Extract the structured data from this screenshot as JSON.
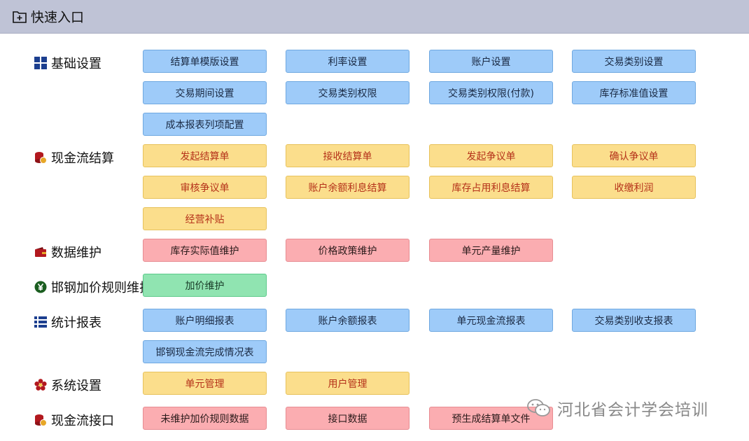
{
  "title": "快速入口",
  "sections": {
    "basic": {
      "label": "基础设置",
      "buttons": [
        "结算单模版设置",
        "利率设置",
        "账户设置",
        "交易类别设置",
        "交易期间设置",
        "交易类别权限",
        "交易类别权限(付款)",
        "库存标准值设置",
        "成本报表列项配置"
      ]
    },
    "cashflow": {
      "label": "现金流结算",
      "buttons": [
        "发起结算单",
        "接收结算单",
        "发起争议单",
        "确认争议单",
        "审核争议单",
        "账户余额利息结算",
        "库存占用利息结算",
        "收缴利润",
        "经营补贴"
      ]
    },
    "maintenance": {
      "label": "数据维护",
      "buttons": [
        "库存实际值维护",
        "价格政策维护",
        "单元产量维护"
      ]
    },
    "pricing": {
      "label": "邯钢加价规则维护",
      "buttons": [
        "加价维护"
      ]
    },
    "reports": {
      "label": "统计报表",
      "buttons": [
        "账户明细报表",
        "账户余额报表",
        "单元现金流报表",
        "交易类别收支报表",
        "邯钢现金流完成情况表"
      ]
    },
    "system": {
      "label": "系统设置",
      "buttons": [
        "单元管理",
        "用户管理"
      ]
    },
    "interface": {
      "label": "现金流接口",
      "buttons": [
        "未维护加价规则数据",
        "接口数据",
        "预生成结算单文件"
      ]
    }
  },
  "watermark": "河北省会计学会培训",
  "icons": {
    "title": "folder-plus-icon",
    "basic": "grid-icon",
    "cashflow": "coin-stack-icon",
    "maintenance": "wallet-icon",
    "pricing": "yen-icon",
    "reports": "list-icon",
    "system": "flower-gear-icon",
    "interface": "coin-stack-icon"
  },
  "colors": {
    "blue": "#9ecbf9",
    "yellow": "#fbde8c",
    "red": "#fbadb1",
    "green": "#90e4b1",
    "titlebar": "#bfc3d6"
  }
}
